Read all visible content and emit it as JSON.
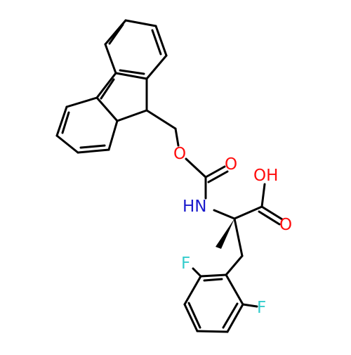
{
  "molecule": {
    "atom_labels": {
      "ester_oxygen": "O",
      "carbonyl_oxygen": "O",
      "amine": "HN",
      "acid_hydroxyl": "OH",
      "acid_carbonyl_oxygen": "O",
      "fluorine_top": "F",
      "fluorine_right": "F"
    },
    "colors": {
      "bond": "#000000",
      "oxygen": "#ff0d0d",
      "nitrogen": "#1a1acc",
      "fluorine": "#33cccc"
    }
  }
}
